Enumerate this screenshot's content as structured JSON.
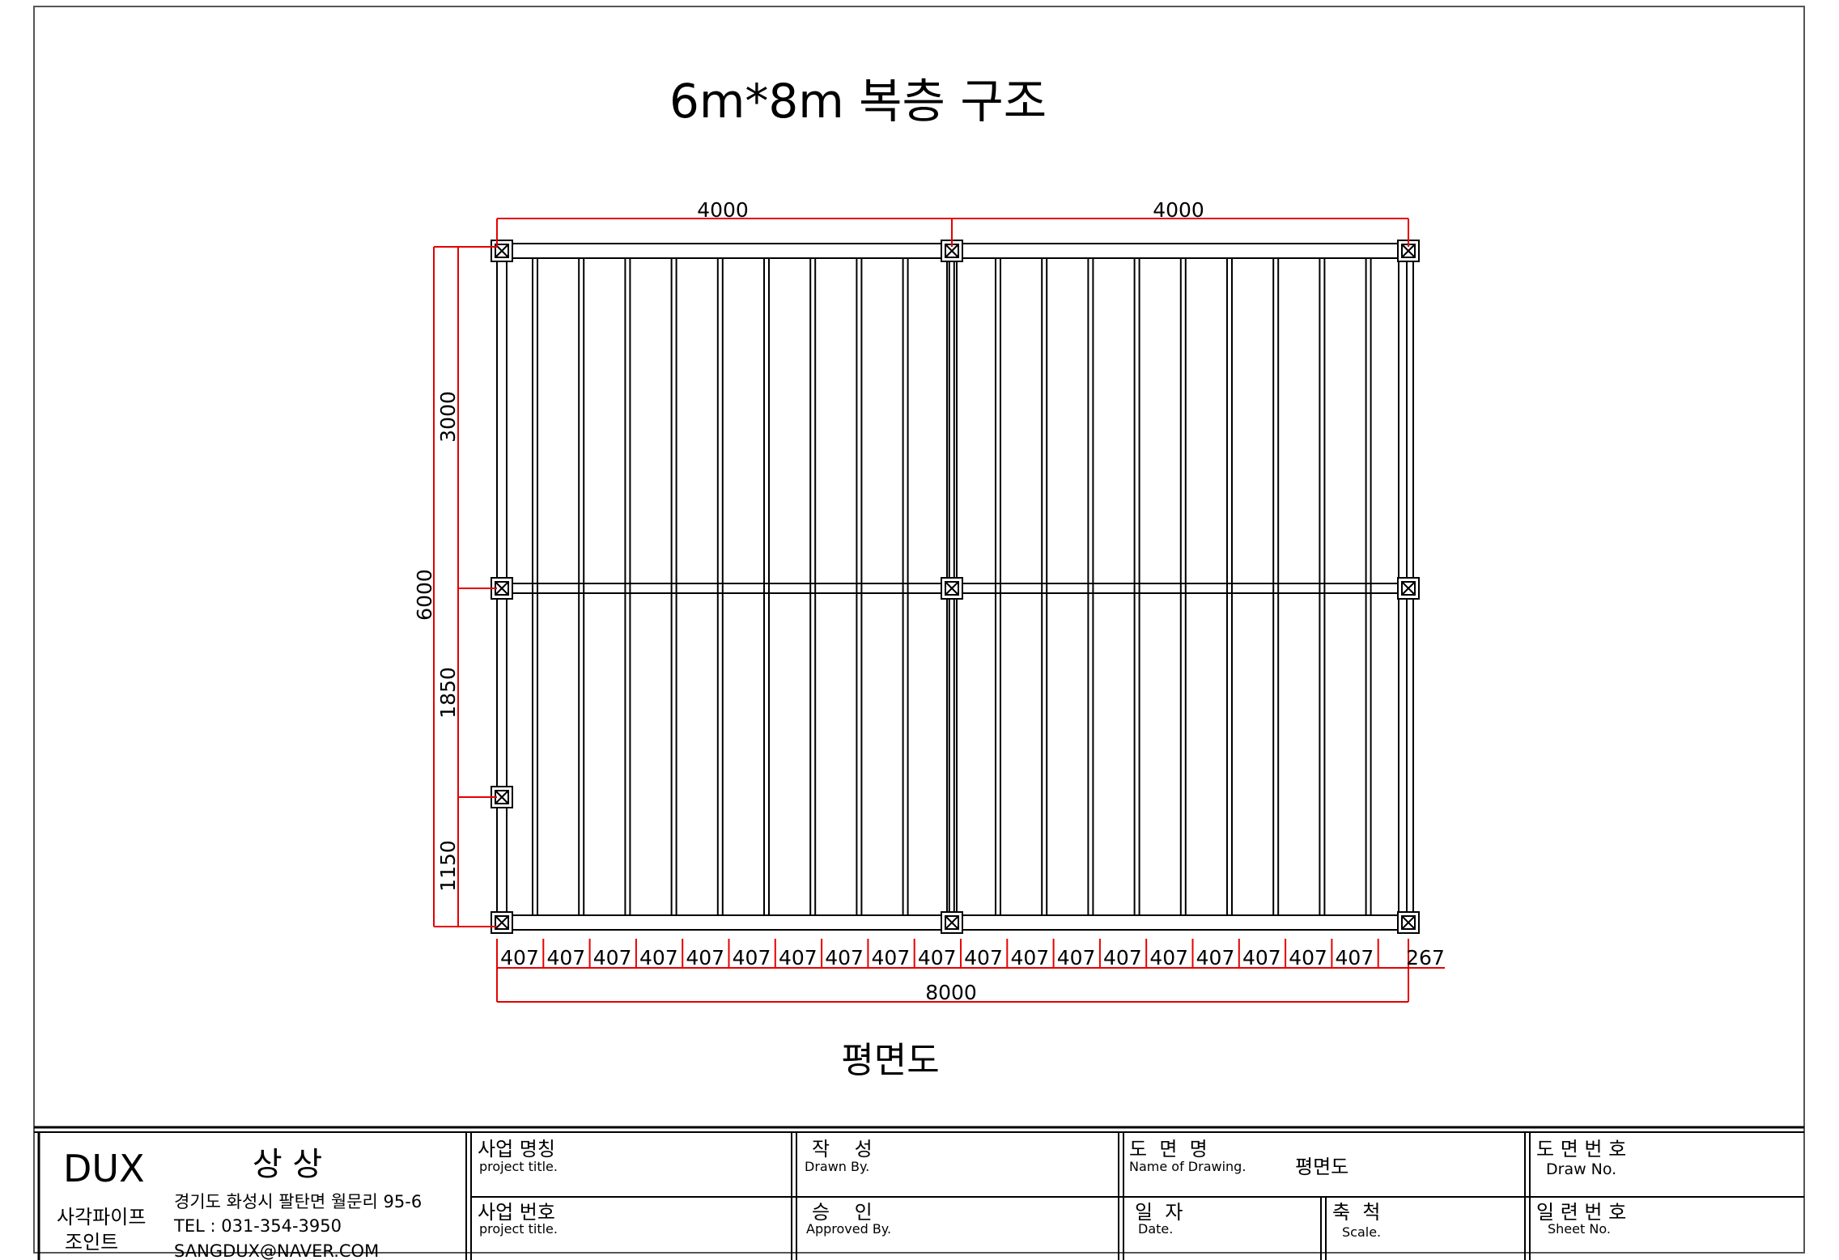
{
  "drawing": {
    "title": "6m*8m  복층 구조",
    "subtitle": "평면도",
    "top_dims": [
      "4000",
      "4000"
    ],
    "left_dim_total": "6000",
    "left_dims": [
      "3000",
      "1850",
      "1150"
    ],
    "bottom_spacing": [
      "407",
      "407",
      "407",
      "407",
      "407",
      "407",
      "407",
      "407",
      "407",
      "407",
      "407",
      "407",
      "407",
      "407",
      "407",
      "407",
      "407",
      "407",
      "407"
    ],
    "bottom_last": "267",
    "bottom_total": "8000",
    "colors": {
      "dimension": "#e60000",
      "structure": "#000000"
    },
    "icons": {
      "post": "x-box-icon"
    }
  },
  "title_block": {
    "company": {
      "logo": "DUX",
      "name": "상 상",
      "product_line1": "사각파이프",
      "product_line2": "조인트",
      "address": "경기도 화성시 팔탄면 월문리 95-6",
      "tel": "TEL : 031-354-3950",
      "email": "SANGDUX@NAVER.COM"
    },
    "project_name": {
      "ko": "사업 명칭",
      "en": "project title."
    },
    "project_no": {
      "ko": "사업 번호",
      "en": "project title."
    },
    "drawn_by": {
      "ko": "작    성",
      "en": "Drawn By."
    },
    "approved_by": {
      "ko": "승    인",
      "en": "Approved By."
    },
    "drawing_name": {
      "ko": "도  면  명",
      "en": "Name of Drawing.",
      "value": "평면도"
    },
    "date": {
      "ko": "일  자",
      "en": "Date."
    },
    "scale": {
      "ko": "축  척",
      "en": "Scale."
    },
    "draw_no": {
      "ko": "도 면 번 호",
      "en": "Draw No."
    },
    "sheet_no": {
      "ko": "일 련 번 호",
      "en": "Sheet No."
    }
  }
}
